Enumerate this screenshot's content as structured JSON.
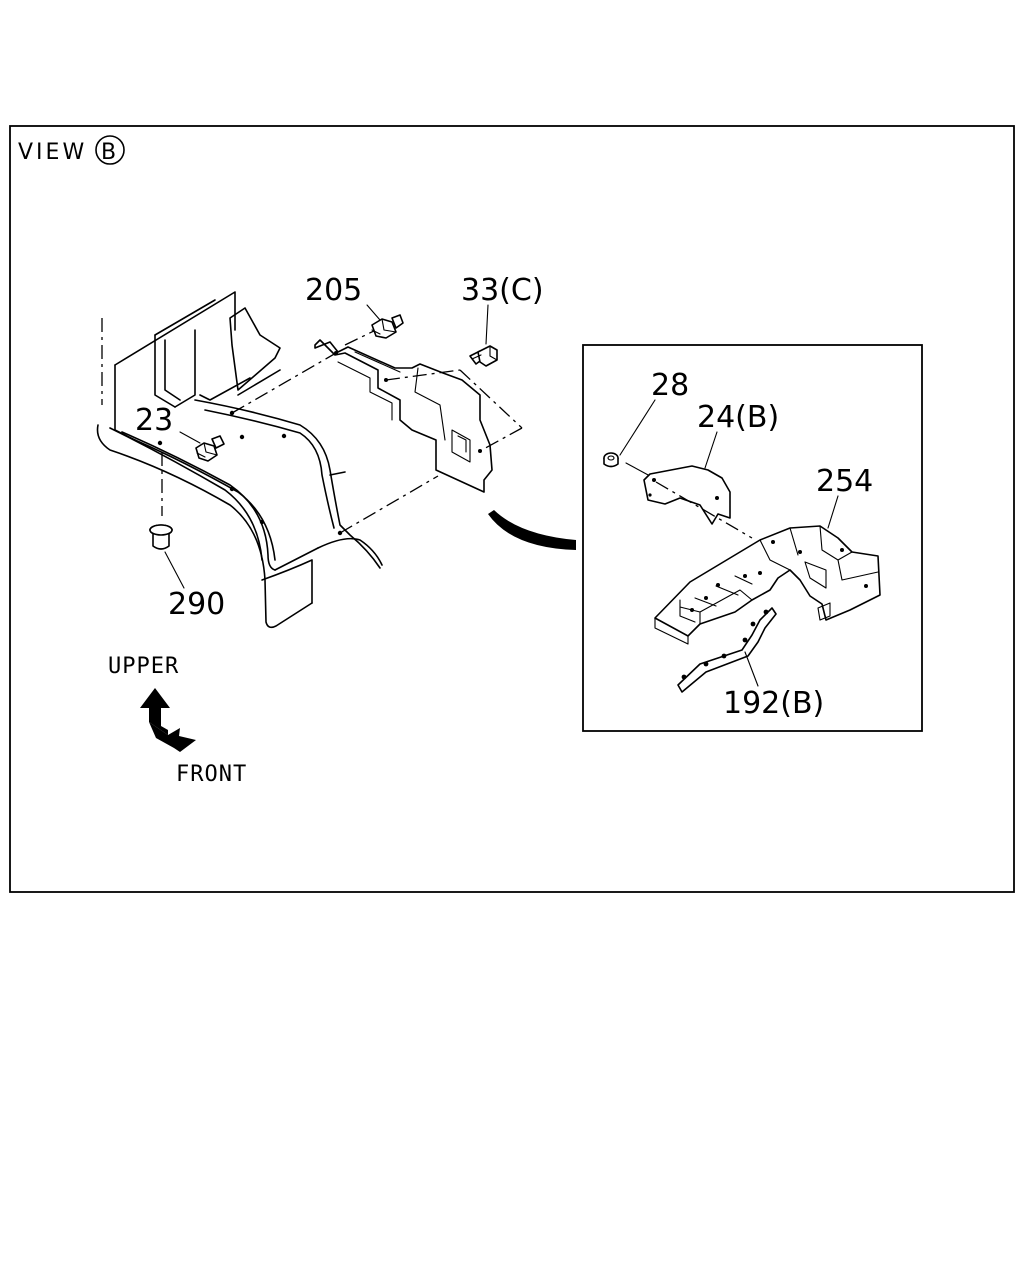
{
  "view_title": "VIEW",
  "view_marker": "B",
  "callouts": {
    "c205": "205",
    "c33c": "33(C)",
    "c23": "23",
    "c290": "290",
    "c28": "28",
    "c24b": "24(B)",
    "c254": "254",
    "c192b": "192(B)"
  },
  "orientation": {
    "upper": "UPPER",
    "front": "FRONT"
  }
}
